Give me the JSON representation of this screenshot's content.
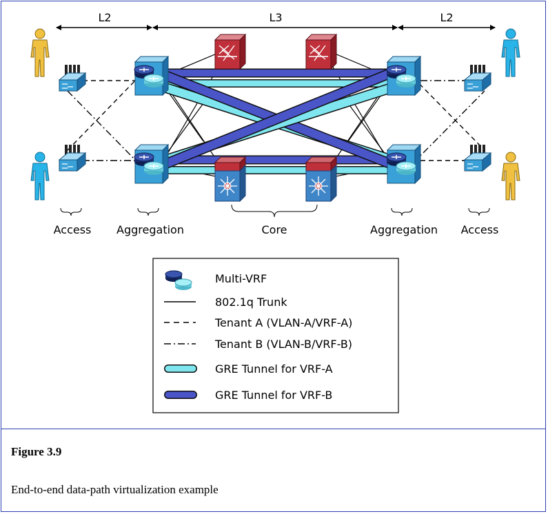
{
  "diagram": {
    "scope_labels": {
      "left": "L2",
      "center": "L3",
      "right": "L2"
    },
    "tier_labels": {
      "access_left": "Access",
      "aggregation_left": "Aggregation",
      "core": "Core",
      "aggregation_right": "Aggregation",
      "access_right": "Access"
    },
    "colors": {
      "user_yellow": "#f0c040",
      "user_cyan": "#28b4e8",
      "switch_blue": "#3aa0d8",
      "core_red": "#c0303a",
      "core_blue": "#3f86c8",
      "tunnel_vrf_a": "#7fe6ef",
      "tunnel_vrf_b": "#4a55c8",
      "router_dark": "#233a8c",
      "router_light": "#8fe6f2"
    },
    "icons": [
      "user-icon",
      "access-switch-icon",
      "multi-vrf-router-icon",
      "core-firewall-icon",
      "core-switch-icon"
    ]
  },
  "legend": {
    "items": [
      {
        "icon": "multi-vrf-icon",
        "label": "Multi-VRF"
      },
      {
        "icon": "solid-line-icon",
        "label": "802.1q Trunk"
      },
      {
        "icon": "dashed-line-icon",
        "label": "Tenant A (VLAN-A/VRF-A)"
      },
      {
        "icon": "dash-dot-line-icon",
        "label": "Tenant B (VLAN-B/VRF-B)"
      },
      {
        "icon": "light-tunnel-icon",
        "label": "GRE Tunnel for VRF-A"
      },
      {
        "icon": "dark-tunnel-icon",
        "label": "GRE Tunnel for VRF-B"
      }
    ]
  },
  "caption": {
    "title": "Figure 3.9",
    "text": "End-to-end data-path virtualization example"
  }
}
